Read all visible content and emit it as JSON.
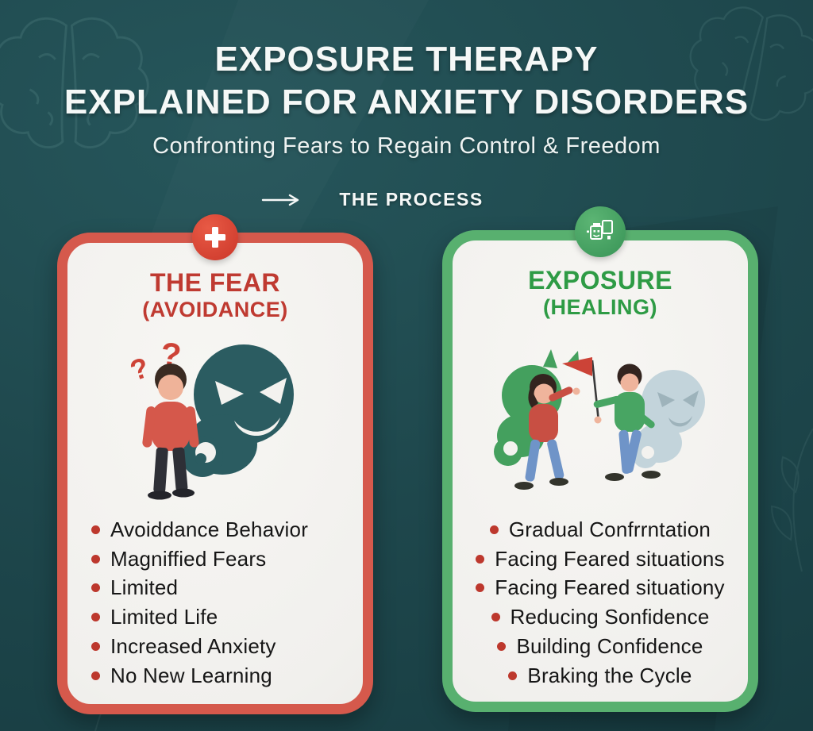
{
  "header": {
    "title_line1": "EXPOSURE THERAPY",
    "title_line2": "EXPLAINED FOR ANXIETY DISORDERS",
    "subtitle": "Confronting Fears to Regain Control & Freedom",
    "process_label": "THE PROCESS"
  },
  "cards": {
    "fear": {
      "title": "THE FEAR",
      "subtitle": "(AVOIDANCE)",
      "badge_icon": "plus-icon",
      "items": [
        "Avoiddance Behavior",
        "Magniffied Fears",
        "Limited",
        "Limited Life",
        "Increased Anxiety",
        "No New Learning"
      ]
    },
    "exposure": {
      "title": "EXPOSURE",
      "subtitle": "(HEALING)",
      "badge_icon": "journal-face-icon",
      "items": [
        "Gradual Confrrntation",
        "Facing Feared situations",
        "Facing Feared situationy",
        "Reducing Sonfidence",
        "Building Confidence",
        "Braking the Cycle"
      ]
    }
  },
  "colors": {
    "background_teal": "#1e474c",
    "fear_border": "#d5594c",
    "fear_accent": "#bf3a31",
    "fear_badge": "#df4a3a",
    "exposure_border": "#58b06f",
    "exposure_accent": "#2e9b45",
    "exposure_badge": "#4fa768",
    "card_background": "#f3f2ef",
    "bullet_dot": "#bd382d",
    "list_text": "#161616",
    "header_text": "#f5f8f7"
  }
}
